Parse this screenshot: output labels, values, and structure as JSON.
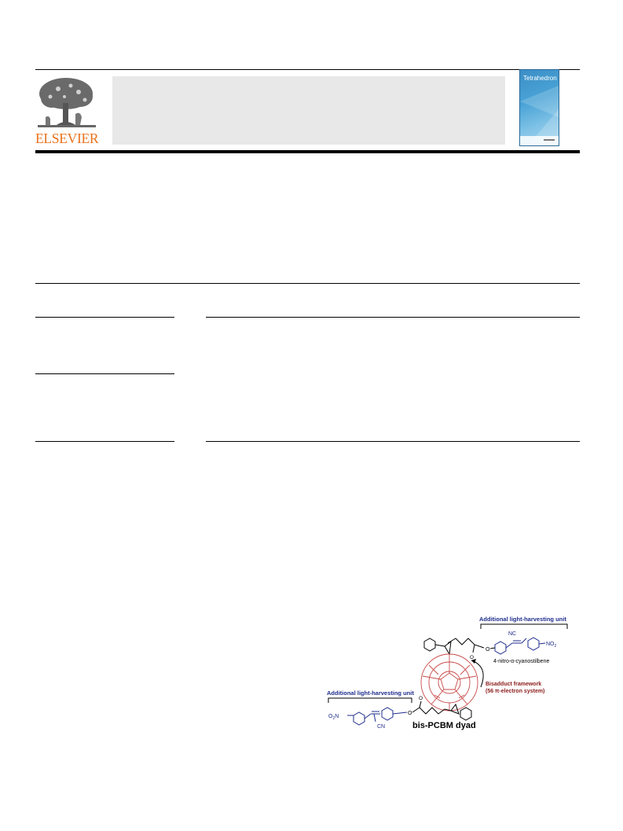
{
  "header": {
    "publisher": "ELSEVIER",
    "journal_cover_title": "Tetrahedron"
  },
  "graphical_abstract": {
    "top_unit_label": "Additional light-harvesting unit",
    "bottom_unit_label": "Additional light-harvesting unit",
    "nc_label": "NC",
    "cn_label": "CN",
    "no2_label": "NO",
    "no2_sub": "2",
    "o2n_label": "O",
    "o2n_sub": "2",
    "o2n_tail": "N",
    "ester_o_top": "O",
    "ester_o_bottom": "O",
    "stilbene_label": "4-nitro-α-cyanostilbene",
    "framework_label_1": "Bisadduct framework",
    "framework_label_2": "(56 π-electron system)",
    "dyad_label": "bis-PCBM dyad"
  },
  "colors": {
    "publisher_orange": "#e9711c",
    "label_blue": "#1f2d8c",
    "framework_red": "#8b1a1a",
    "fullerene_red": "#c94a4a"
  }
}
